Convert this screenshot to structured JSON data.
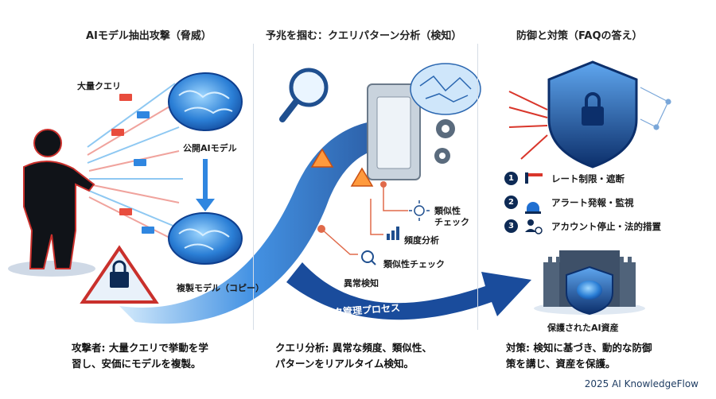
{
  "panels": {
    "left": {
      "title": "AIモデル抽出攻撃（脅威）",
      "label_queries": "大量クエリ",
      "label_public_model": "公開AIモデル",
      "label_copy_model": "複製モデル（コピー）",
      "caption_line1": "攻撃者: 大量クエリで挙動を学",
      "caption_line2": "習し、安価にモデルを複製。"
    },
    "middle": {
      "title": "予兆を掴む：クエリパターン分析（検知）",
      "label_similarity_top": "類似性",
      "label_check_top": "チェック",
      "label_frequency": "頻度分析",
      "label_similarity_check": "類似性チェック",
      "label_anomaly": "異常検知",
      "flow_label": "リスク管理プロセス",
      "caption_line1": "クエリ分析: 異常な頻度、類似性、",
      "caption_line2": "パターンをリアルタイム検知。"
    },
    "right": {
      "title": "防御と対策（FAQの答え）",
      "steps": [
        {
          "num": "1",
          "label": "レート制限・遮断"
        },
        {
          "num": "2",
          "label": "アラート発報・監視"
        },
        {
          "num": "3",
          "label": "アカウント停止・法的措置"
        }
      ],
      "label_protected": "保護されたAI資産",
      "caption_line1": "対策: 検知に基づき、動的な防御",
      "caption_line2": "策を講じ、資産を保護。"
    }
  },
  "footer": "2025 AI KnowledgeFlow",
  "colors": {
    "navy": "#0d2a55",
    "blue": "#1f6fd1",
    "light_blue": "#7fc1f2",
    "red": "#d9362b",
    "orange": "#e8702a"
  },
  "icons": [
    "attacker-silhouette-icon",
    "brain-icon",
    "lock-warning-icon",
    "magnifier-icon",
    "gear-icon",
    "shield-lock-icon",
    "castle-icon",
    "barrier-icon",
    "alarm-icon",
    "user-block-icon"
  ]
}
